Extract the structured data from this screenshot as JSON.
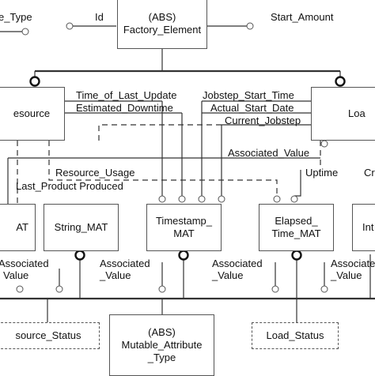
{
  "entities": {
    "factory_element": {
      "line1": "(ABS)",
      "line2": "Factory_Element"
    },
    "resource": {
      "name": "esource"
    },
    "load": {
      "name": "Loa"
    },
    "left_mat": {
      "name": "AT"
    },
    "string_mat": {
      "name": "String_MAT"
    },
    "timestamp_mat": {
      "line1": "Timestamp_",
      "line2": "MAT"
    },
    "elapsed_time_mat": {
      "line1": "Elapsed_",
      "line2": "Time_MAT"
    },
    "right_mat": {
      "name": "Int"
    },
    "mutable_attribute_type": {
      "line1": "(ABS)",
      "line2": "Mutable_Attribute",
      "line3": "_Type"
    },
    "resource_status": {
      "name": "source_Status"
    },
    "load_status": {
      "name": "Load_Status"
    }
  },
  "labels": {
    "e_type": "e_Type",
    "id": "Id",
    "start_amount": "Start_Amount",
    "time_of_last_update": "Time_of_Last_Update",
    "estimated_downtime": "Estimated_Downtime",
    "jobstep_start_time": "Jobstep_Start_Time",
    "actual_start_date": "Actual_Start_Date",
    "current_jobstep": "Current_Jobstep",
    "associated_value_top": "Associated_Value",
    "resource_usage": "Resource_Usage",
    "last_product_produced": "Last_Product Produced",
    "uptime": "Uptime",
    "right_edge_cr": "Cr",
    "assoc_left": {
      "line1": "Associated",
      "line2": "Value"
    },
    "assoc_string": {
      "line1": "Associated",
      "line2": "_Value"
    },
    "assoc_timestamp": {
      "line1": "Associated",
      "line2": "_Value"
    },
    "assoc_elapsed": {
      "line1": "Associated",
      "line2": "_Value"
    }
  }
}
